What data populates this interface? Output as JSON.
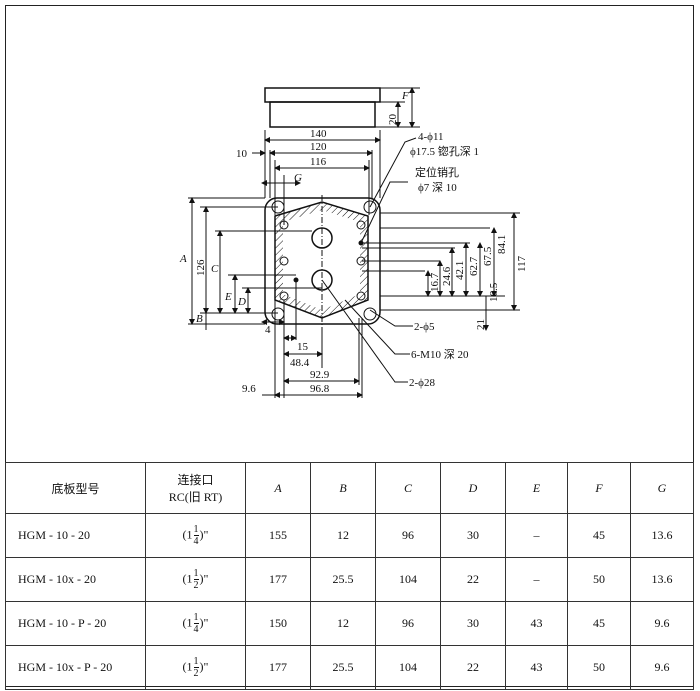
{
  "drawing": {
    "side_dims": {
      "plate": "20",
      "height": "F"
    },
    "top_dims": {
      "d140": "140",
      "d120": "120",
      "d116": "116",
      "d10": "10",
      "g": "G"
    },
    "left_dims": {
      "a": "A",
      "d126": "126",
      "c": "C",
      "e": "E",
      "d": "D",
      "b": "B"
    },
    "right_dims": [
      "16.7",
      "24.6",
      "42.1",
      "62.7",
      "67.5",
      "84.1",
      "16.5",
      "117",
      "21"
    ],
    "bottom_dims": {
      "d4": "4",
      "d15": "15",
      "d48": "48.4",
      "d92": "92.9",
      "d96": "96.8",
      "d9": "9.6"
    },
    "callouts": {
      "holes": "4-ϕ11",
      "counterbore": "ϕ17.5 锪孔深 1",
      "pin_title": "定位销孔",
      "pin": "ϕ7 深 10",
      "small": "2-ϕ5",
      "thread": "6-M10 深 20",
      "port": "2-ϕ28"
    }
  },
  "table": {
    "headers": [
      "底板型号",
      "连接口",
      "RC(旧 RT)",
      "A",
      "B",
      "C",
      "D",
      "E",
      "F",
      "G"
    ],
    "rows": [
      {
        "model": "HGM - 10 - 20",
        "port_open": "(1",
        "num": "1",
        "den": "4",
        "port_close": ")\"",
        "A": "155",
        "B": "12",
        "C": "96",
        "D": "30",
        "E": "–",
        "F": "45",
        "G": "13.6"
      },
      {
        "model": "HGM - 10x - 20",
        "port_open": "(1",
        "num": "1",
        "den": "2",
        "port_close": ")\"",
        "A": "177",
        "B": "25.5",
        "C": "104",
        "D": "22",
        "E": "–",
        "F": "50",
        "G": "13.6"
      },
      {
        "model": "HGM - 10 - P - 20",
        "port_open": "(1",
        "num": "1",
        "den": "4",
        "port_close": ")\"",
        "A": "150",
        "B": "12",
        "C": "96",
        "D": "30",
        "E": "43",
        "F": "45",
        "G": "9.6"
      },
      {
        "model": "HGM - 10x - P - 20",
        "port_open": "(1",
        "num": "1",
        "den": "2",
        "port_close": ")\"",
        "A": "177",
        "B": "25.5",
        "C": "104",
        "D": "22",
        "E": "43",
        "F": "50",
        "G": "9.6"
      }
    ]
  }
}
